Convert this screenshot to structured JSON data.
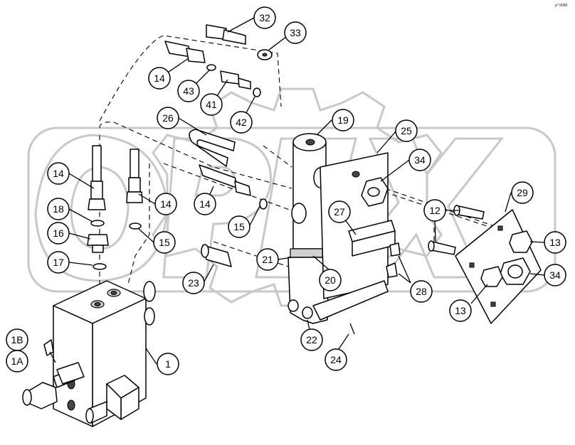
{
  "corner_mark": "p° 0000",
  "callouts": [
    {
      "id": "c32",
      "label": "32"
    },
    {
      "id": "c33",
      "label": "33"
    },
    {
      "id": "c14a",
      "label": "14"
    },
    {
      "id": "c43",
      "label": "43"
    },
    {
      "id": "c41",
      "label": "41"
    },
    {
      "id": "c42",
      "label": "42"
    },
    {
      "id": "c26",
      "label": "26"
    },
    {
      "id": "c19",
      "label": "19"
    },
    {
      "id": "c25",
      "label": "25"
    },
    {
      "id": "c34a",
      "label": "34"
    },
    {
      "id": "c14b",
      "label": "14"
    },
    {
      "id": "c14c",
      "label": "14"
    },
    {
      "id": "c14d",
      "label": "14"
    },
    {
      "id": "c18",
      "label": "18"
    },
    {
      "id": "c16",
      "label": "16"
    },
    {
      "id": "c15a",
      "label": "15"
    },
    {
      "id": "c15b",
      "label": "15"
    },
    {
      "id": "c17",
      "label": "17"
    },
    {
      "id": "c27",
      "label": "27"
    },
    {
      "id": "c12",
      "label": "12"
    },
    {
      "id": "c29",
      "label": "29"
    },
    {
      "id": "c13a",
      "label": "13"
    },
    {
      "id": "c34b",
      "label": "34"
    },
    {
      "id": "c13b",
      "label": "13"
    },
    {
      "id": "c21",
      "label": "21"
    },
    {
      "id": "c20",
      "label": "20"
    },
    {
      "id": "c28",
      "label": "28"
    },
    {
      "id": "c23",
      "label": "23"
    },
    {
      "id": "c22",
      "label": "22"
    },
    {
      "id": "c24",
      "label": "24"
    },
    {
      "id": "c1",
      "label": "1"
    },
    {
      "id": "c1B",
      "label": "1B"
    },
    {
      "id": "c1A",
      "label": "1A"
    }
  ]
}
